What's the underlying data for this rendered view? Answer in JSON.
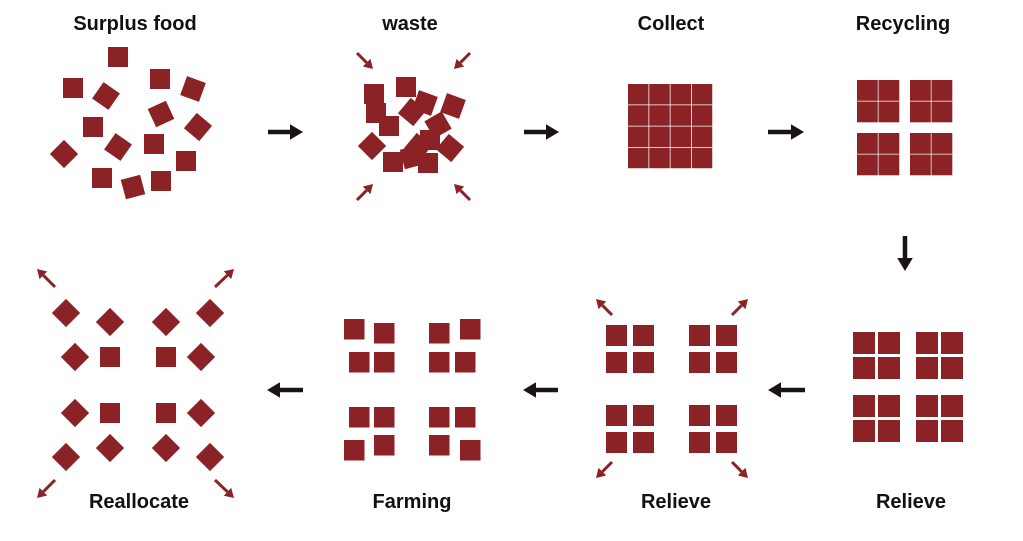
{
  "colors": {
    "block": "#8B2226",
    "flow_arrow": "#1a1414"
  },
  "stages": [
    {
      "id": "surplus-food",
      "label": "Surplus food"
    },
    {
      "id": "waste",
      "label": "waste"
    },
    {
      "id": "collect",
      "label": "Collect"
    },
    {
      "id": "recycling",
      "label": "Recycling"
    },
    {
      "id": "relieve-1",
      "label": "Relieve"
    },
    {
      "id": "relieve-2",
      "label": "Relieve"
    },
    {
      "id": "farming",
      "label": "Farming"
    },
    {
      "id": "reallocate",
      "label": "Reallocate"
    }
  ]
}
